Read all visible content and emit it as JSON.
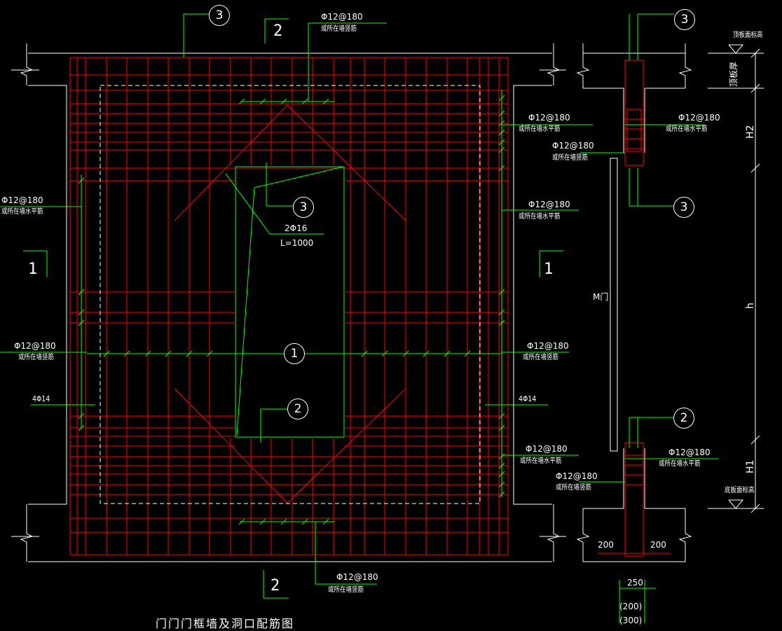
{
  "labels": {
    "phi12_180": "Φ12@180",
    "horiz_alt": "或所在墙水平筋",
    "vert_alt": "或所在墙竖筋",
    "two_phi16": "2Φ16",
    "l1000": "L=1000",
    "four_phi14": "4Φ14",
    "door": "M门",
    "top_elev": "顶板面标高",
    "bottom_elev": "底板面标高",
    "slab_thk": "顶板厚",
    "H2": "H2",
    "h": "h",
    "H1": "H1",
    "dim200": "200",
    "dim250": "250",
    "dim_200p": "(200)",
    "dim_300p": "(300)",
    "title": "门门门框墙及洞口配筋图"
  },
  "markers": {
    "one": "1",
    "two": "2",
    "three": "3"
  },
  "colors": {
    "rebar": "#ff0000",
    "leader": "#00ff00",
    "wall": "#ffffff",
    "background": "#000000"
  }
}
